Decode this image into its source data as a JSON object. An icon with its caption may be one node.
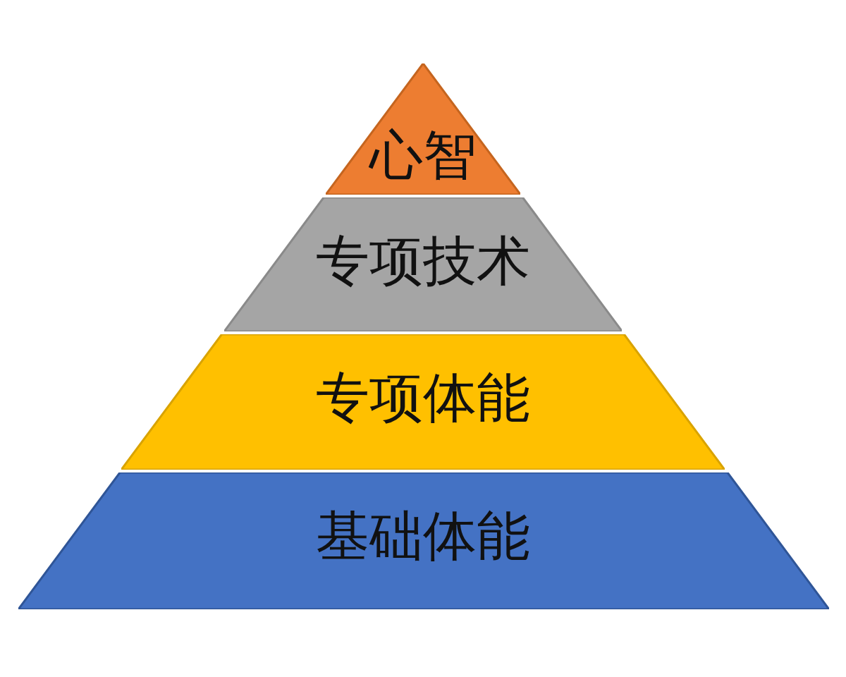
{
  "diagram": {
    "nodes": [
      {
        "text": [
          "心智"
        ]
      },
      {
        "text": [
          "专项技术"
        ]
      },
      {
        "text": [
          "专项体能"
        ]
      },
      {
        "text": [
          "基础体能"
        ]
      }
    ]
  }
}
